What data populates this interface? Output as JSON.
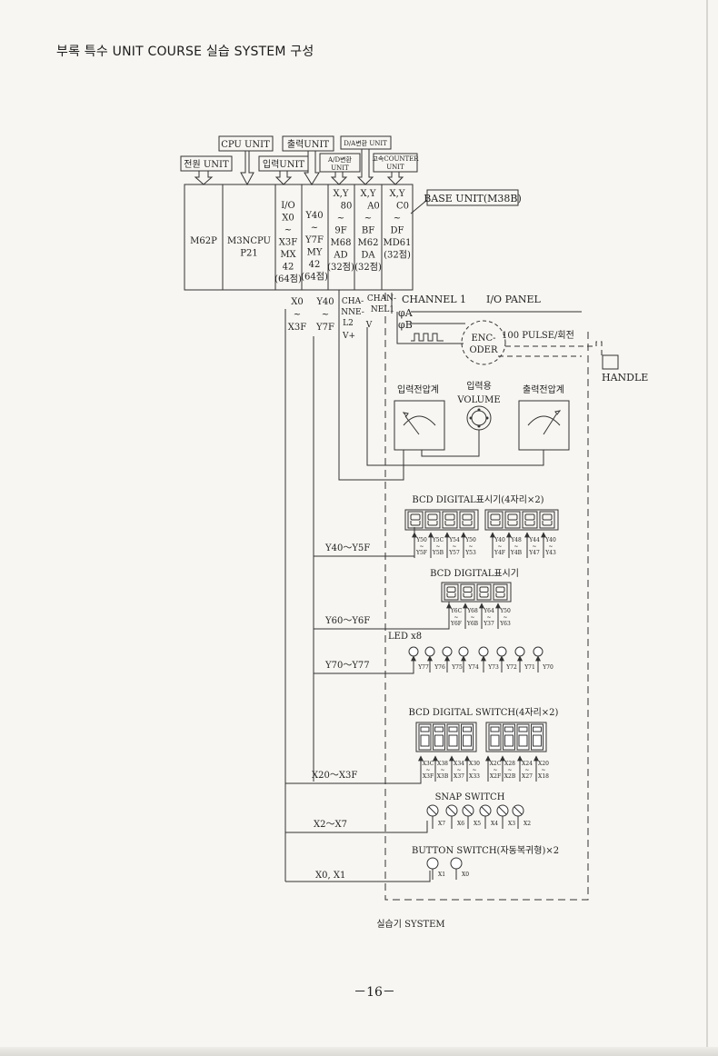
{
  "page": {
    "title": "부록   특수 UNIT COURSE 실습 SYSTEM 구성",
    "caption": "실습기 SYSTEM",
    "page_number": "－16－"
  },
  "top_labels": {
    "power_unit": "전원 UNIT",
    "cpu_unit": "CPU UNIT",
    "input_unit": "입력UNIT",
    "output_unit": "출력UNIT",
    "ad_unit_line1": "A/D변환",
    "ad_unit_line2": "UNIT",
    "da_unit": "D/A변환 UNIT",
    "counter_unit_line1": "고속COUNTER",
    "counter_unit_line2": "UNIT",
    "base_unit": "BASE UNIT(M38B)"
  },
  "base_modules": [
    {
      "lines": [
        "M62P"
      ]
    },
    {
      "lines": [
        "M3NCPU",
        "P21"
      ]
    },
    {
      "lines": [
        "I/O",
        "X0",
        "~",
        "X3F",
        "MX",
        "42",
        "(64점)"
      ]
    },
    {
      "lines": [
        "Y40",
        "~",
        "Y7F",
        "MY",
        "42",
        "(64점)"
      ]
    },
    {
      "lines": [
        "X,Y",
        "80",
        "~",
        "9F",
        "M68",
        "AD",
        "(32점)"
      ]
    },
    {
      "lines": [
        "X,Y",
        "A0",
        "~",
        "BF",
        "M62",
        "DA",
        "(32점)"
      ]
    },
    {
      "lines": [
        "X,Y",
        "C0",
        "~",
        "DF",
        "MD61",
        "(32점)"
      ]
    }
  ],
  "below_modules": {
    "input_range": [
      "X0",
      "~",
      "X3F"
    ],
    "output_range": [
      "Y40",
      "~",
      "Y7F"
    ],
    "ad_channel": [
      "CHA-",
      "NNE-",
      "L2",
      "V+"
    ],
    "da_channel": [
      "CHAN-",
      "NEL1",
      "V"
    ]
  },
  "io_panel": {
    "channel": "CHANNEL 1",
    "panel_title": "I/O PANEL",
    "phase_a": "φA",
    "phase_b": "φB",
    "encoder_line1": "ENC-",
    "encoder_line2": "ODER",
    "pulse": "100 PULSE/회전",
    "handle": "HANDLE",
    "input_meter": "입력전압계",
    "volume_line1": "입력용",
    "volume_line2": "VOLUME",
    "output_meter": "출력전압계"
  },
  "bcd_display_8": {
    "title": "BCD DIGITAL표시기(4자리×2)",
    "range": "Y40～Y5F",
    "tags": [
      [
        "Y50",
        "Y5F"
      ],
      [
        "Y5C",
        "Y5B"
      ],
      [
        "Y54",
        "Y57"
      ],
      [
        "Y50",
        "Y53"
      ],
      [
        "Y40",
        "Y4F"
      ],
      [
        "Y48",
        "Y4B"
      ],
      [
        "Y44",
        "Y47"
      ],
      [
        "Y40",
        "Y43"
      ]
    ]
  },
  "bcd_display_4": {
    "title": "BCD DIGITAL표시기",
    "range": "Y60～Y6F",
    "tags": [
      [
        "Y6C",
        "Y6F"
      ],
      [
        "Y68",
        "Y6B"
      ],
      [
        "Y64",
        "Y37"
      ],
      [
        "Y50",
        "Y63"
      ]
    ]
  },
  "leds": {
    "title": "LED x8",
    "range": "Y70～Y77",
    "tags": [
      "Y77",
      "Y76",
      "Y75",
      "Y74",
      "Y73",
      "Y72",
      "Y71",
      "Y70"
    ]
  },
  "bcd_switch": {
    "title": "BCD DIGITAL SWITCH(4자리×2)",
    "range": "X20～X3F",
    "tags": [
      [
        "X3C",
        "X3F"
      ],
      [
        "X38",
        "X3B"
      ],
      [
        "X34",
        "X37"
      ],
      [
        "X30",
        "X33"
      ],
      [
        "X2C",
        "X2F"
      ],
      [
        "X28",
        "X2B"
      ],
      [
        "X24",
        "X27"
      ],
      [
        "X20",
        "X18"
      ]
    ]
  },
  "snap_switch": {
    "title": "SNAP SWITCH",
    "range": "X2～X7",
    "tags": [
      "X7",
      "X6",
      "X5",
      "X4",
      "X3",
      "X2"
    ]
  },
  "button_switch": {
    "title": "BUTTON  SWITCH(자동복귀형)×2",
    "range": "X0, X1",
    "tags": [
      "X1",
      "X0"
    ]
  },
  "icons": {
    "meter": "analog-meter-icon",
    "volume": "volume-knob-icon",
    "encoder": "encoder-icon",
    "led": "led-icon",
    "handle": "handle-icon"
  }
}
